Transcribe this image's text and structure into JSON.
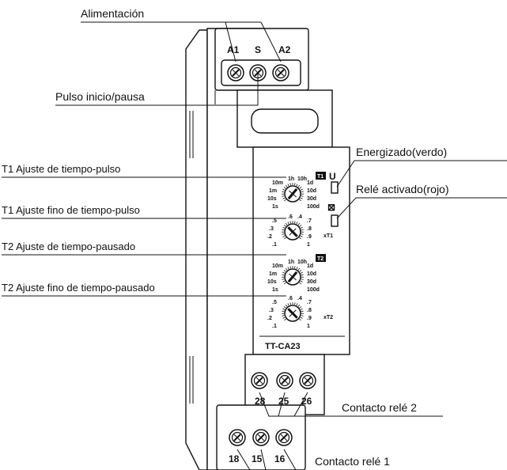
{
  "callouts": {
    "power": "Alimentación",
    "pulse_start_pause": "Pulso inicio/pausa",
    "t1_time": "T1 Ajuste de tiempo-pulso",
    "t1_fine": "T1 Ajuste fino de tiempo-pulso",
    "t2_time": "T2 Ajuste de tiempo-pausado",
    "t2_fine": "T2 Ajuste fino de tiempo-pausado",
    "energized": "Energizado(verdo)",
    "relay_active": "Relé activado(rojo)",
    "contact_2": "Contacto relé 2",
    "contact_1": "Contacto relé 1"
  },
  "terminals": {
    "top": [
      "A1",
      "S",
      "A2"
    ],
    "middle": [
      "28",
      "25",
      "26"
    ],
    "bottom": [
      "18",
      "15",
      "16"
    ]
  },
  "device": {
    "model": "TT-CA23",
    "t1_badge": "T1",
    "t2_badge": "T2",
    "energized_symbol": "U",
    "relay_symbol": "⊠"
  },
  "range_dial_labels": [
    "10m",
    "1h",
    "10h",
    "1d",
    "1m",
    "10d",
    "10s",
    "30d",
    "1s",
    "100d"
  ],
  "fine_dial_labels": [
    ".5",
    ".6",
    ".4",
    ".7",
    ".3",
    ".8",
    ".2",
    ".9",
    ".1",
    "1"
  ],
  "t1_fine_unit": "xT1",
  "t2_fine_unit": "xT2"
}
